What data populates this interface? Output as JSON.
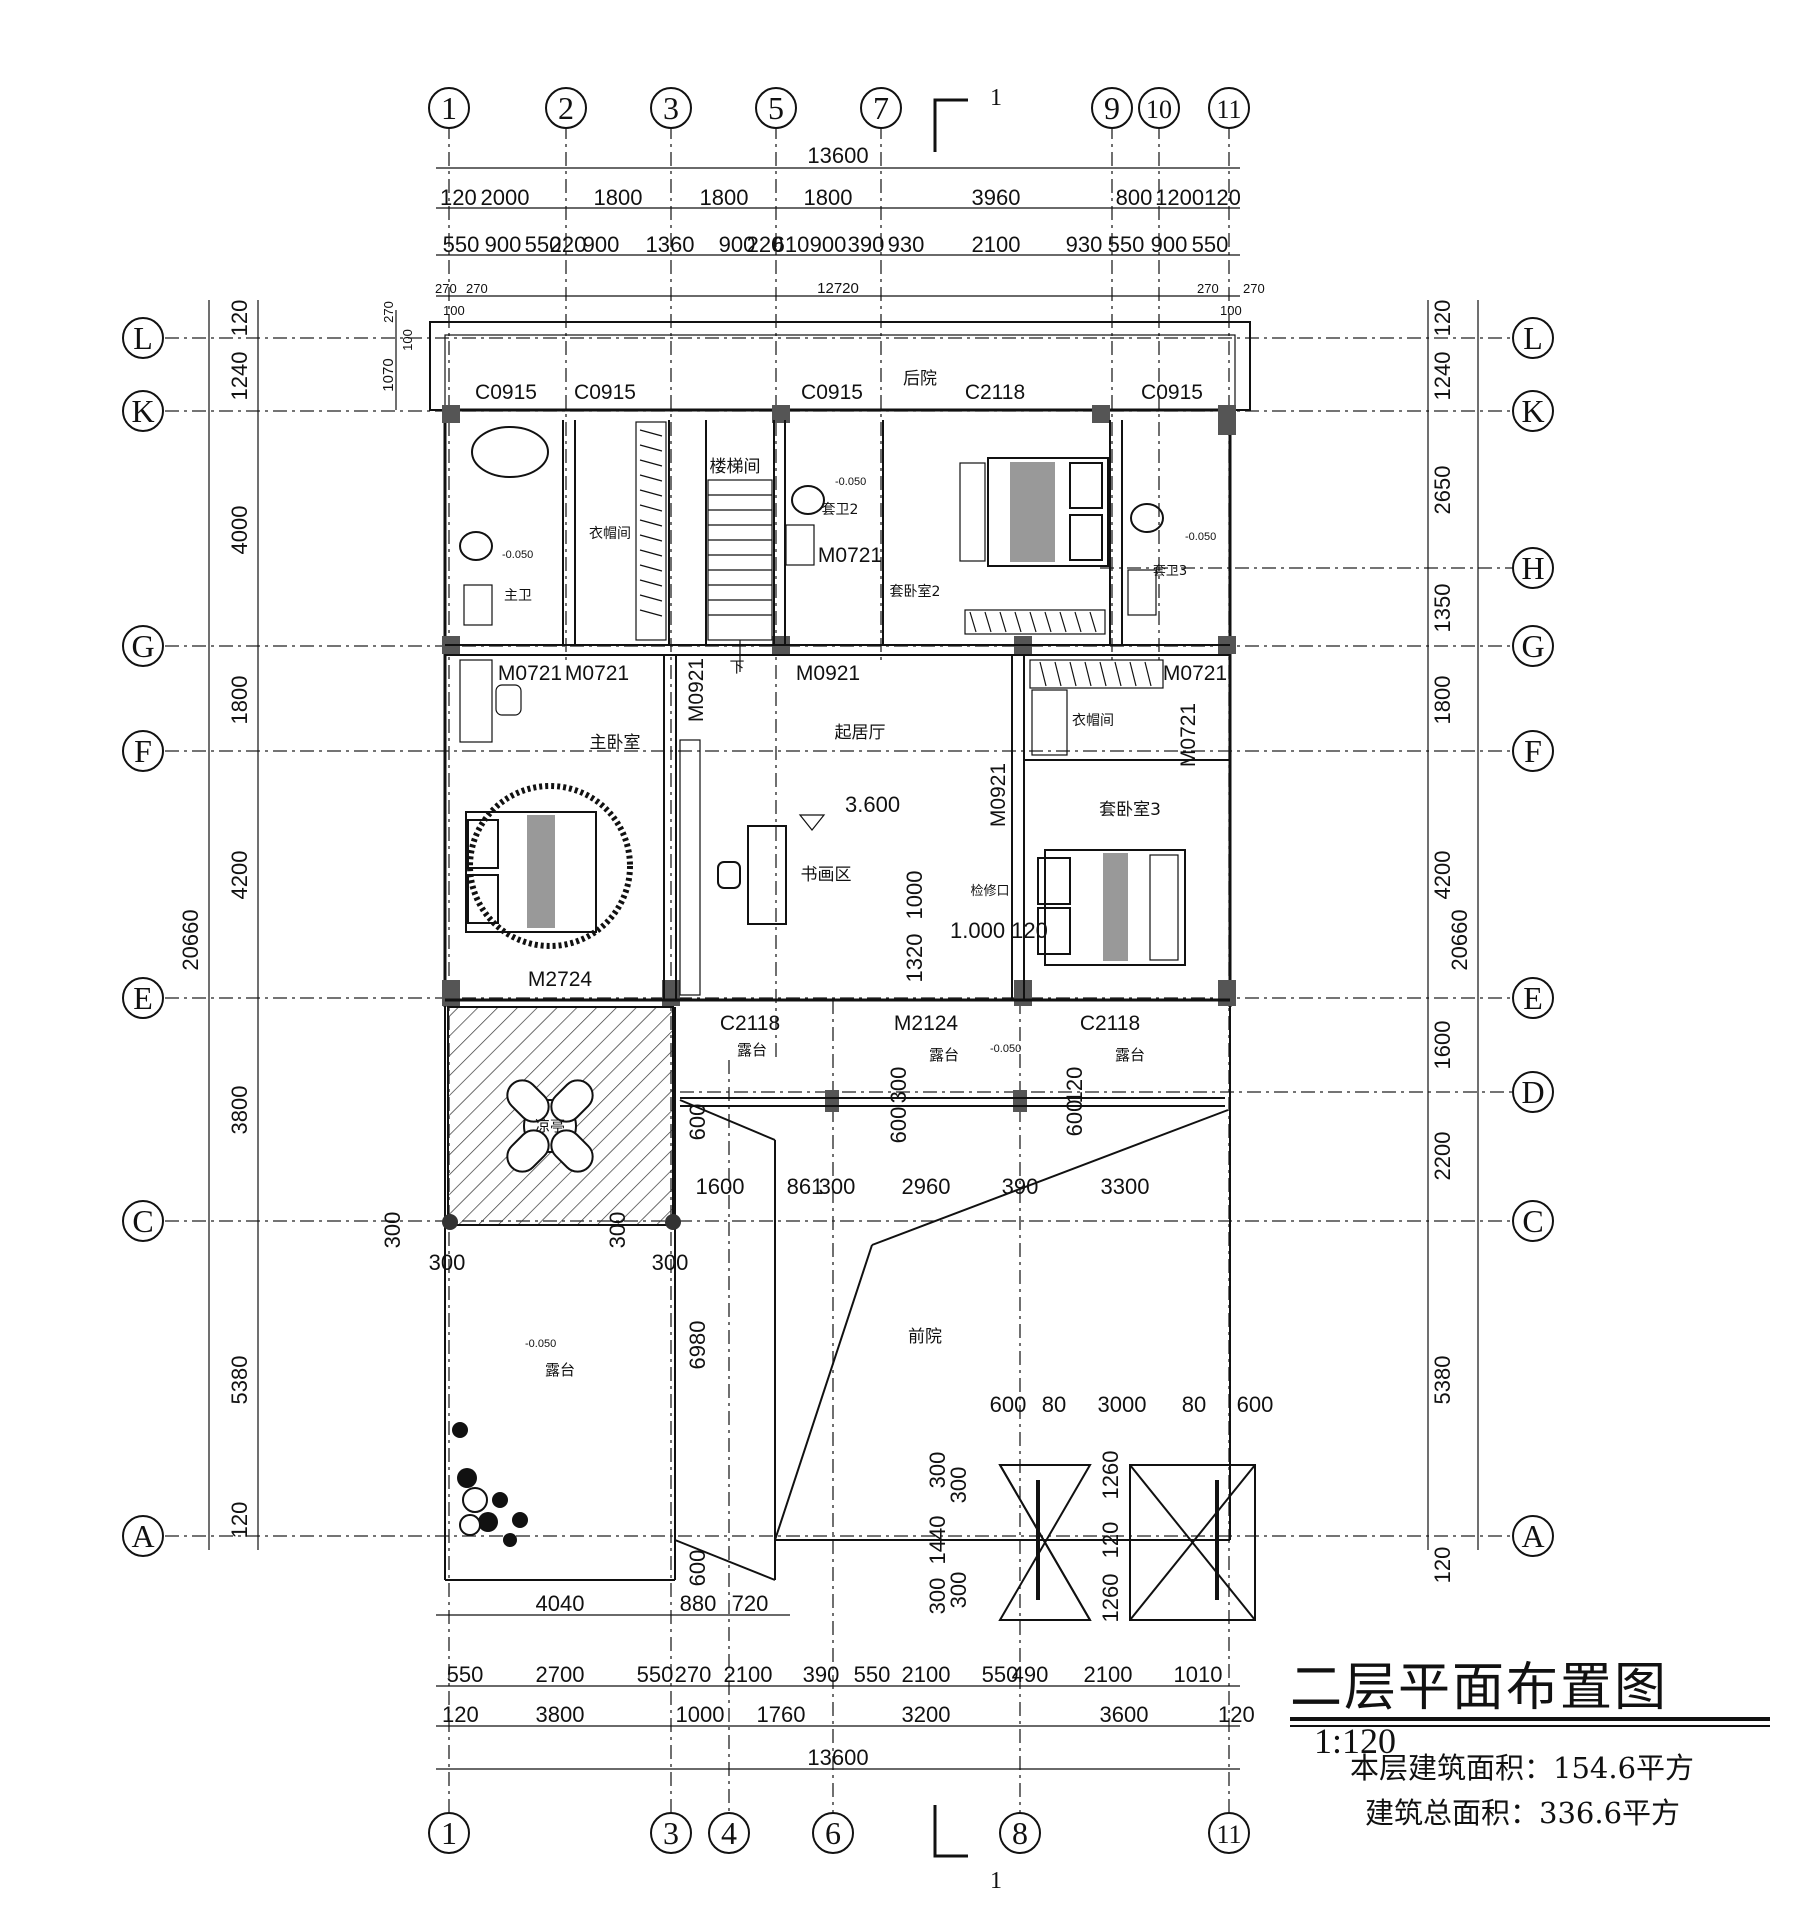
{
  "drawing": {
    "title": "二层平面布置图",
    "scale": "1:120",
    "floor_area": "本层建筑面积：154.6平方",
    "total_area": "建筑总面积：336.6平方",
    "section_mark": "1"
  },
  "axes": {
    "top": [
      "1",
      "2",
      "3",
      "5",
      "7",
      "9",
      "10",
      "11"
    ],
    "bottom": [
      "1",
      "3",
      "4",
      "6",
      "8",
      "11"
    ],
    "left": [
      "L",
      "K",
      "G",
      "F",
      "E",
      "C",
      "A"
    ],
    "right": [
      "L",
      "K",
      "H",
      "G",
      "F",
      "E",
      "D",
      "C",
      "A"
    ]
  },
  "dimensions": {
    "top_total": "13600",
    "top_row1": [
      "120",
      "2000",
      "1800",
      "1800",
      "1800",
      "3960",
      "800",
      "1200120"
    ],
    "top_row2": [
      "550",
      "900",
      "550",
      "220",
      "900",
      "1360",
      "900",
      "220",
      "610",
      "900",
      "390",
      "930",
      "2100",
      "930",
      "550",
      "900",
      "550"
    ],
    "top_inner": [
      "270",
      "270",
      "12720",
      "270",
      "270"
    ],
    "top_small": [
      "100",
      "100",
      "100"
    ],
    "left_outer": [
      "120",
      "1240",
      "4000",
      "1800",
      "4200",
      "3800",
      "5380",
      "120"
    ],
    "left_total": "20660",
    "left_inner": [
      "270",
      "100",
      "1070"
    ],
    "right_outer": [
      "120",
      "1240",
      "2650",
      "1350",
      "1800",
      "4200",
      "1600",
      "2200",
      "5380",
      "120"
    ],
    "right_total": "20660",
    "bottom_row_a": [
      "4040",
      "880",
      "720"
    ],
    "bottom_row1": [
      "550",
      "2700",
      "550",
      "270",
      "2100",
      "390",
      "550",
      "2100",
      "550",
      "490",
      "2100",
      "1010"
    ],
    "bottom_row2": [
      "120",
      "3800",
      "1000",
      "1760",
      "3200",
      "3600",
      "120"
    ],
    "bottom_total": "13600",
    "interior": [
      "3.600",
      "1000",
      "1320",
      "1.000 120",
      "300",
      "600",
      "300",
      "600",
      "600",
      "1600",
      "861",
      "300",
      "2960",
      "390",
      "3300",
      "300",
      "300",
      "300",
      "300",
      "6980",
      "600",
      "80",
      "3000",
      "80",
      "600",
      "300",
      "300",
      "1440",
      "300",
      "300",
      "1260",
      "120",
      "1260",
      "600",
      "120"
    ]
  },
  "rooms": [
    "后院",
    "楼梯间",
    "衣帽间",
    "主卫",
    "套卫2",
    "套卧室2",
    "套卫3",
    "起居厅",
    "主卧室",
    "书画区",
    "衣帽间",
    "套卧室3",
    "检修口",
    "露台",
    "露台",
    "露台",
    "凉亭",
    "露台",
    "前院",
    "下"
  ],
  "openings": {
    "windows_top": [
      "C0915",
      "C0915",
      "C0915",
      "C2118",
      "C0915"
    ],
    "doors": [
      "M0721",
      "M0721",
      "M0721",
      "M0721",
      "M0921",
      "M0921",
      "M0921",
      "M0721",
      "M2724",
      "M2124"
    ],
    "windows_bottom": [
      "C2118",
      "C2118"
    ]
  },
  "levels": [
    "-0.050",
    "-0.050",
    "-0.050",
    "-0.050",
    "-0.050"
  ]
}
